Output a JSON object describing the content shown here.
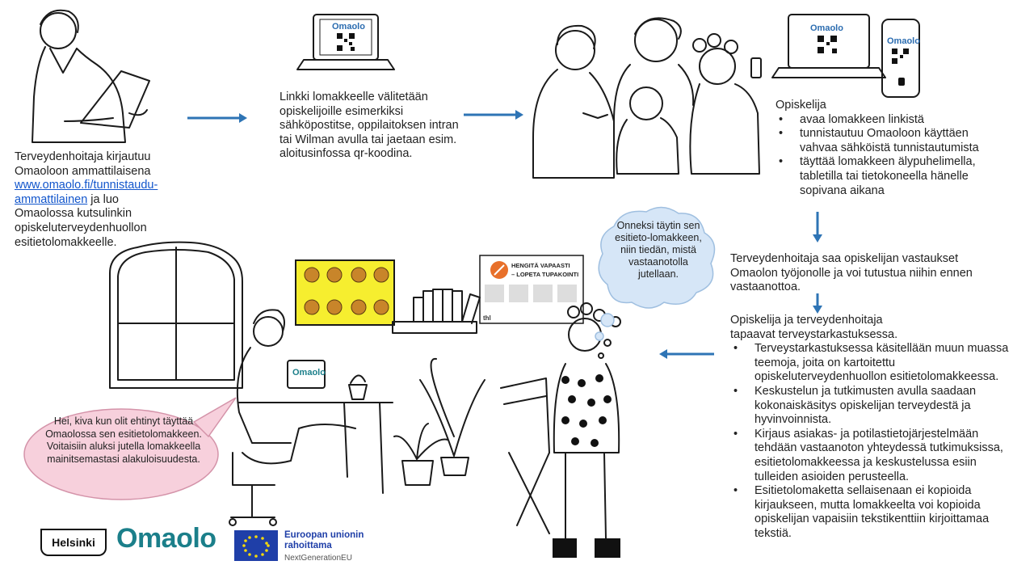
{
  "step1": {
    "line1": "Terveydenhoitaja  kirjautuu",
    "line2": "Omaoloon ammattilaisena",
    "link": "www.omaolo.fi/tunnistaudu-ammattilainen",
    "after_link": " ja luo Omaolossa kutsulinkin opiskeluterveydenhuollon esitietolomakkeelle."
  },
  "step2": {
    "text": "Linkki lomakkeelle välitetään opiskelijoille esimerkiksi sähköpostitse, oppilaitoksen intran tai Wilman avulla tai jaetaan esim. aloitusinfossa qr-koodina."
  },
  "step3": {
    "title": "Opiskelija",
    "bullets": [
      "avaa lomakkeen linkistä",
      "tunnistautuu  Omaoloon käyttäen vahvaa  sähköistä tunnistautumista",
      "täyttää lomakkeen älypuhelimella, tabletilla tai tietokoneella hänelle sopivana aikana"
    ]
  },
  "step4": {
    "text": "Terveydenhoitaja  saa opiskelijan vastaukset Omaolon työjonolle ja voi tutustua  niihin ennen vastaanottoa."
  },
  "step5": {
    "intro": "Opiskelija ja terveydenhoitaja  tapaavat terveystarkastuksessa.",
    "bullets": [
      "Terveystarkastuksessa  käsitellään muun muassa teemoja, joita on kartoitettu opiskeluterveydenhuollon  esitietolomakkeessa.",
      "Keskustelun ja tutkimusten  avulla  saadaan kokonaiskäsitys opiskelijan terveydestä  ja hyvinvoinnista.",
      "Kirjaus asiakas- ja potilastietojärjestelmään tehdään vastaanoton yhteydessä tutkimuksissa,  esitietolomakkeessa ja keskustelussa  esiin tulleiden asioiden perusteella.",
      "Esitietolomaketta sellaisenaan ei kopioida kirjaukseen, mutta lomakkeelta voi kopioida opiskelijan vapaisiin tekstikenttiin kirjoittamaa tekstiä."
    ]
  },
  "thought_bubble": "Onneksi täytin sen esitieto-lomakkeen, niin tiedän, mistä vastaanotolla jutellaan.",
  "speech_bubble": "Hei, kiva kun olit ehtinyt täyttää Omaolossa sen esitietolomakkeen. Voitaisiin aluksi jutella lomakkeella mainitsemastasi alakuloisuudesta.",
  "laptop_screen_label": "Omaolo",
  "desk_laptop_label": "Omaolo",
  "poster": {
    "title_line1": "HENGITÄ VAPAASTI",
    "title_line2": "– LOPETA TUPAKOINTI",
    "footer": "thl"
  },
  "logos": {
    "helsinki": "Helsinki",
    "omaolo": "Omaolo",
    "eu_line1": "Euroopan unionin",
    "eu_line2": "rahoittama",
    "eu_line3": "NextGenerationEU"
  },
  "colors": {
    "arrow": "#2e74b5",
    "link": "#1155cc",
    "thought_fill": "#d6e6f7",
    "speech_fill": "#f7d0dc",
    "omaolo_teal": "#1b7f8a",
    "eu_blue": "#1f3fa8",
    "poster_orange": "#e8702a"
  }
}
